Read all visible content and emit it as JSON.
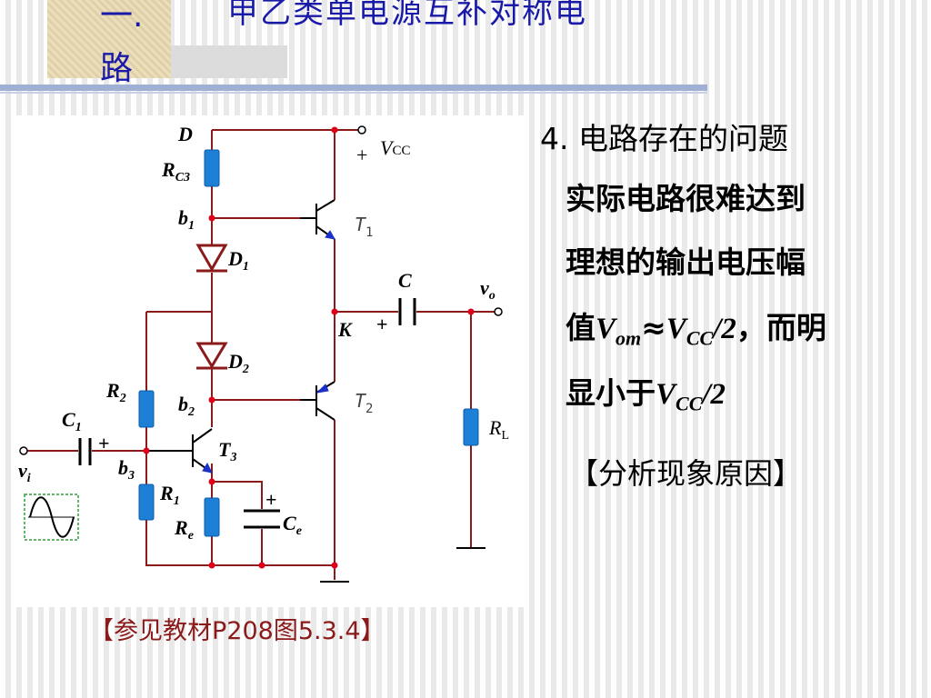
{
  "slide": {
    "title_number": "一.",
    "title_line2": "路",
    "title_text": "甲乙类单电源互补对称电"
  },
  "content": {
    "heading": "4. 电路存在的问题",
    "lines": [
      "实际电路很难达到",
      "理想的输出电压幅"
    ],
    "line3_prefix": "值",
    "line3_math": "V",
    "line3_sub": "om",
    "line3_approx": "≈",
    "line3_vcc": "V",
    "line3_vcc_sub": "CC",
    "line3_half": "/2",
    "line3_suffix": "，而明",
    "line4_prefix": "显小于",
    "line4_vcc": "V",
    "line4_vcc_sub": "CC",
    "line4_half": "/2",
    "analysis": "【分析现象原因】",
    "reference": "【参见教材P208图5.3.4】"
  },
  "circuit": {
    "labels": {
      "D": "D",
      "RC3": "R",
      "RC3_sub": "C3",
      "b1": "b",
      "b1_sub": "1",
      "D1": "D",
      "D1_sub": "1",
      "D2": "D",
      "D2_sub": "2",
      "R2": "R",
      "R2_sub": "2",
      "b2": "b",
      "b2_sub": "2",
      "C1": "C",
      "C1_sub": "1",
      "vi": "v",
      "vi_sub": "i",
      "b3": "b",
      "b3_sub": "3",
      "T3": "T",
      "T3_sub": "3",
      "R1": "R",
      "R1_sub": "1",
      "Re": "R",
      "Re_sub": "e",
      "Ce": "C",
      "Ce_sub": "e",
      "K": "K",
      "C": "C",
      "vo": "v",
      "vo_sub": "o",
      "RL": "R",
      "RL_sub": "L",
      "T1": "T",
      "T1_sub": "1",
      "T2": "T",
      "T2_sub": "2",
      "VCC_plus": "+",
      "VCC": "V",
      "VCC_sub": "CC",
      "plus": "+"
    },
    "colors": {
      "wire": "#8b1a1a",
      "resistor": "#1e7fd6",
      "node": "#e0001a",
      "diode": "#8b1a1a",
      "transistor": "#000000",
      "emitter_arrow": "#1a30c8",
      "source_box": "#2e9e3a"
    }
  }
}
